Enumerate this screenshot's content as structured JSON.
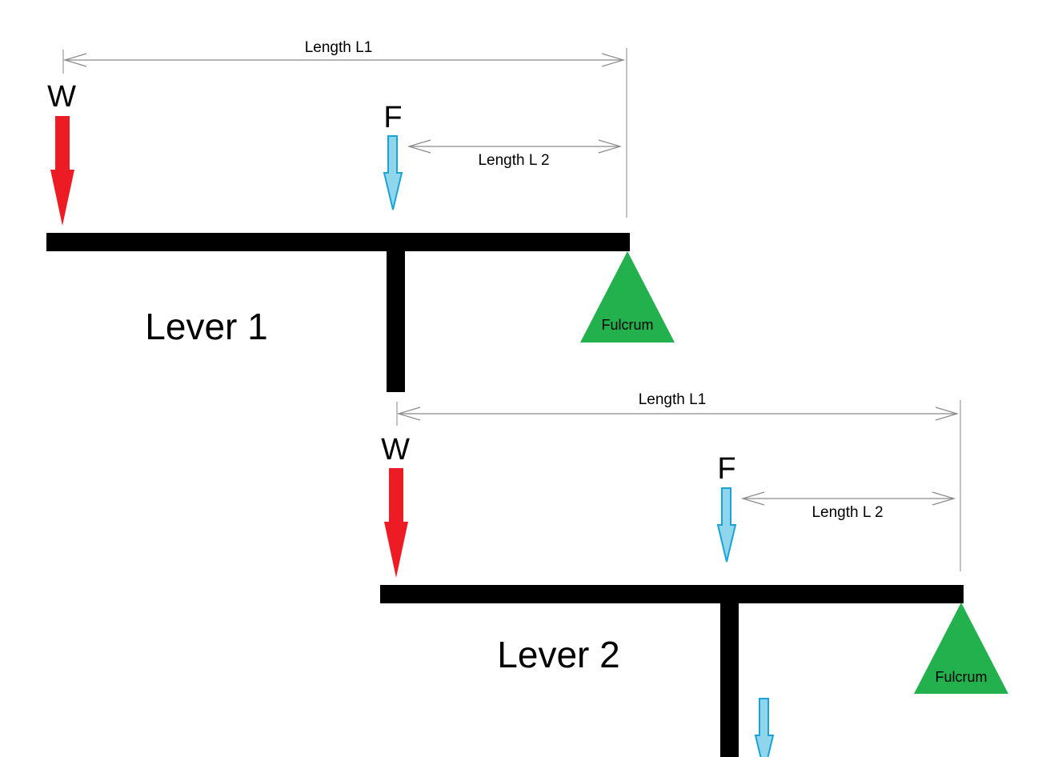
{
  "lever1": {
    "title": "Lever 1",
    "length_l1_label": "Length L1",
    "length_l2_label": "Length L 2",
    "weight_label": "W",
    "force_label": "F",
    "fulcrum_label": "Fulcrum"
  },
  "lever2": {
    "title": "Lever 2",
    "length_l1_label": "Length L1",
    "length_l2_label": "Length L 2",
    "weight_label": "W",
    "force_label": "F",
    "fulcrum_label": "Fulcrum"
  },
  "colors": {
    "weight_arrow": "#ed1c24",
    "force_arrow": "#8fd5ec",
    "force_arrow_outline": "#1aa3d6",
    "fulcrum": "#22b14c",
    "lever_bar": "#000000",
    "dimension_line": "#8a8a8a"
  }
}
